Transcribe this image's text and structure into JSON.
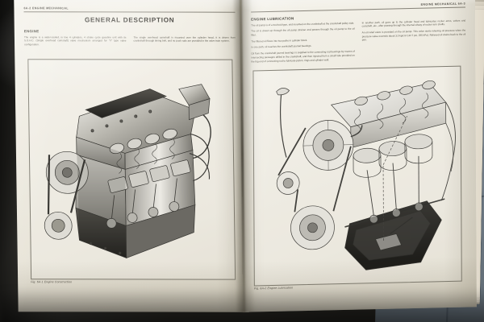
{
  "photo": {
    "subject": "open-automotive-service-manual",
    "surface_colors": {
      "floor_dark": "#2b2b27",
      "tile_grey": "#7e8a95",
      "page_cream": "#f1eee5"
    }
  },
  "left_page": {
    "running_head": "6A-2  ENGINE MECHANICAL",
    "section_title": "GENERAL DESCRIPTION",
    "subheading": "ENGINE",
    "columns": [
      {
        "paragraphs": [
          "The engine is a water-cooled, in line 4 cylinders, 4 stroke cycle gasoline unit with its S.O.H.C. (Single overhead camshaft) valve mechanism arranged for \"V\" type valve configuration."
        ]
      },
      {
        "paragraphs": [
          "The single overhead camshaft is mounted over the cylinder head, it is driven from crankshaft through timing belt, and no push rods are provided in the valve train system."
        ]
      }
    ],
    "figure": {
      "caption": "Fig. 6A-1  Engine Construction",
      "kind": "engine-cutaway-illustration"
    }
  },
  "right_page": {
    "running_head": "ENGINE MECHANICAL  6A-3",
    "section_title": "ENGINE LUBRICATION",
    "columns": [
      {
        "paragraphs": [
          "The oil pump is of a trochoid type, and mounted on the crankshaft at the crankshaft pulley side.",
          "The oil is drawn up through the oil pump strainer and passes through the oil pump to the oil filter.",
          "The filtered oil flows into two paths in cylinder block.",
          "In one path, oil reaches the crankshaft journal bearings.",
          "Oil from the crankshaft journal bearings is supplied to the connecting rod bearings by means of intersecting passages drilled in the crankshaft, and then injected from a small hole provided on the big end of connecting rod to lubricate piston, rings and cylinder wall."
        ]
      },
      {
        "paragraphs": [
          "In another path, oil goes up to the cylinder head and lubricates rocker arms, valves and camshaft, etc., after passing through the internal oilway of rocker arm shafts.",
          "An oil relief valve is provided on the oil pump. This valve starts relieving oil pressure when the pressure value exceeds about 3.0 kg/cm² (42.7 psi, 295 kPa). Relieved oil drains back to the oil pan."
        ]
      }
    ],
    "figure": {
      "caption": "Fig. 6A-2  Engine Lubrication",
      "kind": "engine-lubrication-line-drawing"
    }
  }
}
